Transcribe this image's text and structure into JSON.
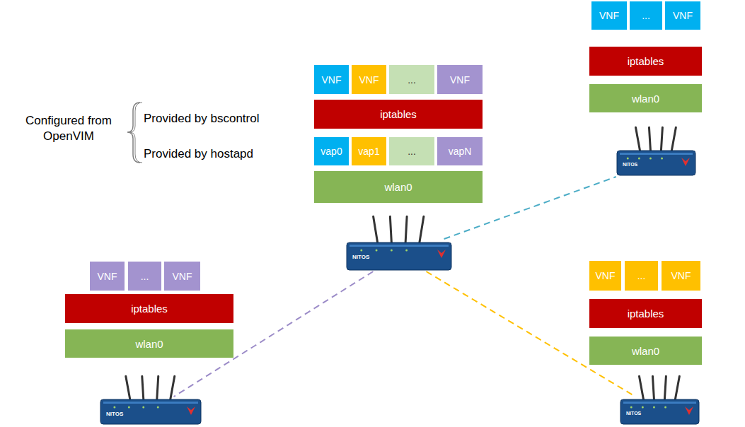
{
  "diagram": {
    "nodes": [
      {
        "text": [
          "VNF"
        ]
      },
      {
        "text": [
          "VNF"
        ]
      },
      {
        "text": [
          "..."
        ]
      },
      {
        "text": [
          "VNF"
        ]
      },
      {
        "text": [
          "iptables"
        ]
      },
      {
        "text": [
          "vap0"
        ]
      },
      {
        "text": [
          "vap1"
        ]
      },
      {
        "text": [
          "..."
        ]
      },
      {
        "text": [
          "vapN"
        ]
      },
      {
        "text": [
          "wlan0"
        ]
      },
      {
        "text": [
          "NITOS"
        ]
      },
      {
        "text": [
          "VNF"
        ]
      },
      {
        "text": [
          "..."
        ]
      },
      {
        "text": [
          "VNF"
        ]
      },
      {
        "text": [
          "iptables"
        ]
      },
      {
        "text": [
          "wlan0"
        ]
      },
      {
        "text": [
          "NITOS"
        ]
      },
      {
        "text": [
          "VNF"
        ]
      },
      {
        "text": [
          "..."
        ]
      },
      {
        "text": [
          "VNF"
        ]
      },
      {
        "text": [
          "iptables"
        ]
      },
      {
        "text": [
          "wlan0"
        ]
      },
      {
        "text": [
          "NITOS"
        ]
      },
      {
        "text": [
          "VNF"
        ]
      },
      {
        "text": [
          "..."
        ]
      },
      {
        "text": [
          "VNF"
        ]
      },
      {
        "text": [
          "iptables"
        ]
      },
      {
        "text": [
          "wlan0"
        ]
      },
      {
        "text": [
          "NITOS"
        ]
      }
    ],
    "edges": [
      {
        "from": 10,
        "to": 16,
        "arrow": "none"
      },
      {
        "from": 10,
        "to": 22,
        "arrow": "none"
      },
      {
        "from": 10,
        "to": 28,
        "arrow": "none"
      }
    ],
    "labels": [
      "Configured from OpenVIM",
      "Provided by bscontrol",
      "Provided by hostapd"
    ]
  }
}
